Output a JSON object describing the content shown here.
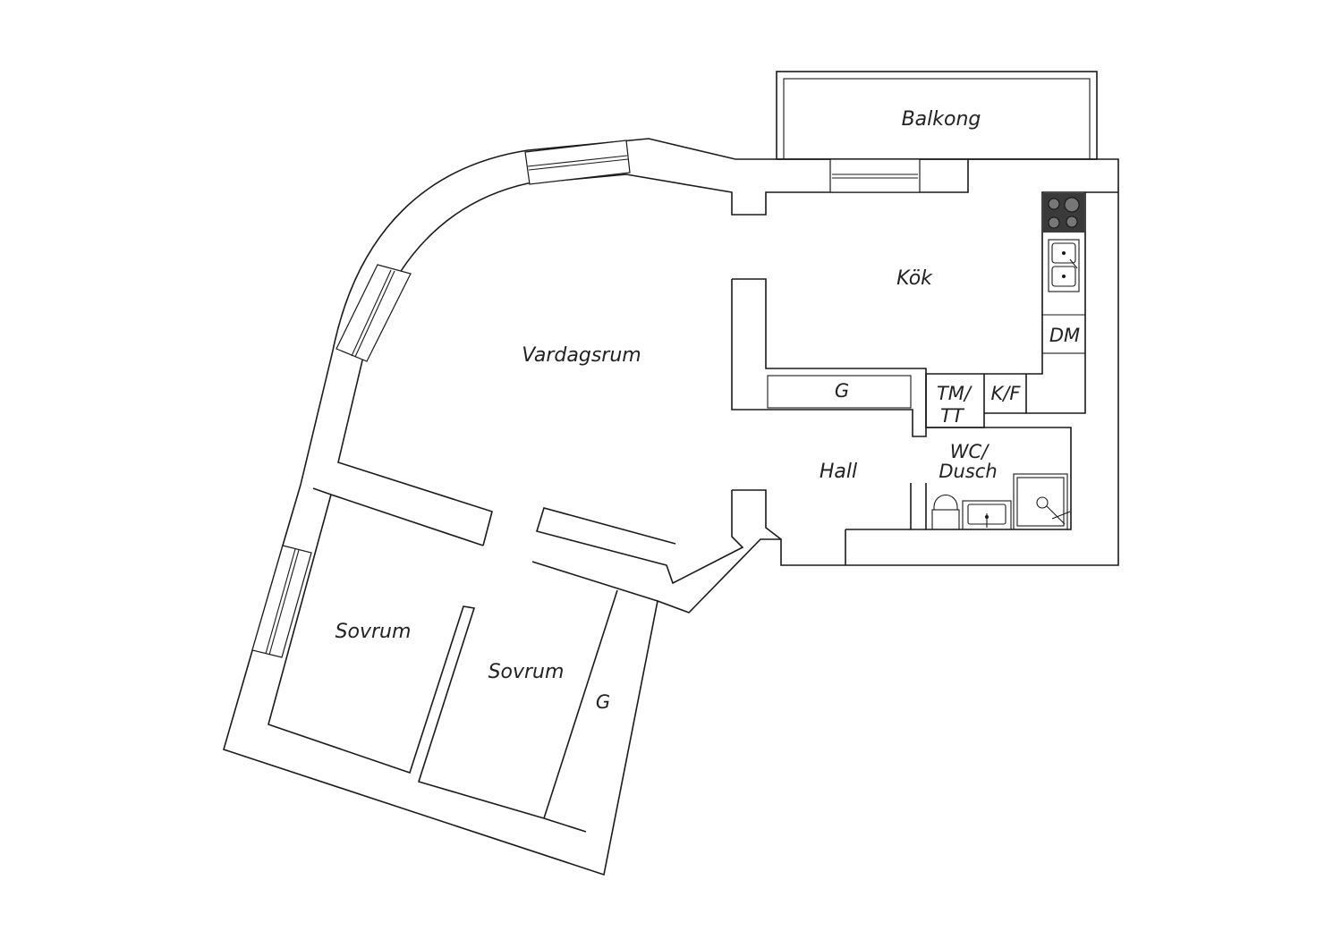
{
  "rooms": {
    "balkong": "Balkong",
    "kok": "Kök",
    "vardagsrum": "Vardagsrum",
    "hall": "Hall",
    "sovrum_1": "Sovrum",
    "sovrum_2": "Sovrum",
    "garderob_hall": "G",
    "garderob_sovrum": "G",
    "tm_line1": "TM/",
    "tm_line2": "TT",
    "kf": "K/F",
    "dm": "DM",
    "wc_line1": "WC/",
    "wc_line2": "Dusch"
  },
  "colors": {
    "wall": "#1a1a1a",
    "stove": "#3a3a3a",
    "background": "#ffffff"
  }
}
